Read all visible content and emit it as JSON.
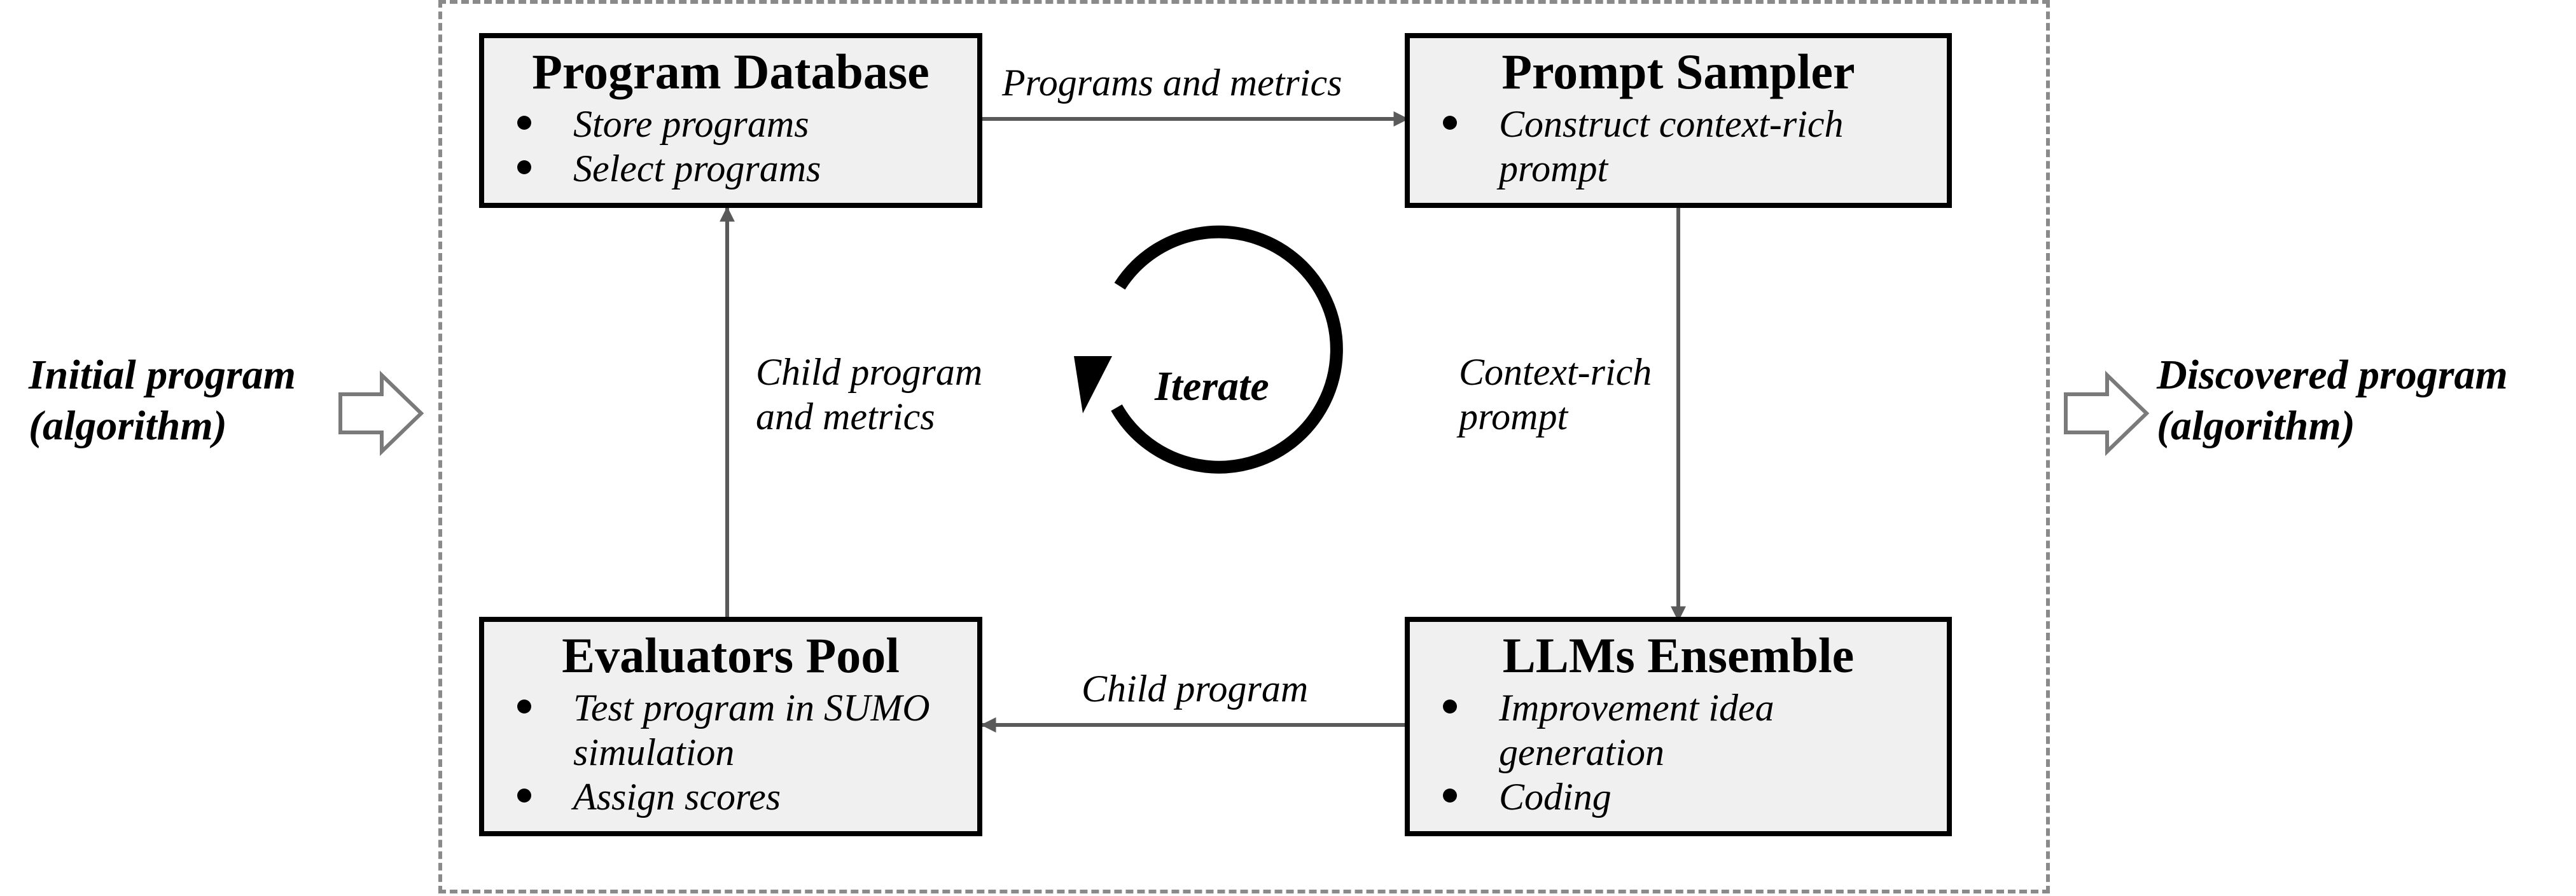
{
  "boxes": {
    "program_database": {
      "title": "Program Database",
      "bullets": [
        "Store programs",
        "Select programs"
      ]
    },
    "prompt_sampler": {
      "title": "Prompt Sampler",
      "bullets": [
        "Construct context-rich\nprompt"
      ]
    },
    "evaluators_pool": {
      "title": "Evaluators Pool",
      "bullets": [
        "Test program in SUMO\nsimulation",
        "Assign scores"
      ]
    },
    "llms_ensemble": {
      "title": "LLMs Ensemble",
      "bullets": [
        "Improvement idea\ngeneration",
        "Coding"
      ]
    }
  },
  "edges": {
    "db_to_sampler": "Programs and metrics",
    "sampler_to_llms": [
      "Context-rich",
      "prompt"
    ],
    "llms_to_eval": "Child program",
    "eval_to_db": [
      "Child program",
      "and metrics"
    ]
  },
  "center_label": "Iterate",
  "input": [
    "Initial program",
    "(algorithm)"
  ],
  "output": [
    "Discovered program",
    "(algorithm)"
  ],
  "colors": {
    "box_fill": "#f0f0f0",
    "box_border": "#000000",
    "arrow": "#5a5a5a",
    "frame": "#8a8a8a"
  }
}
